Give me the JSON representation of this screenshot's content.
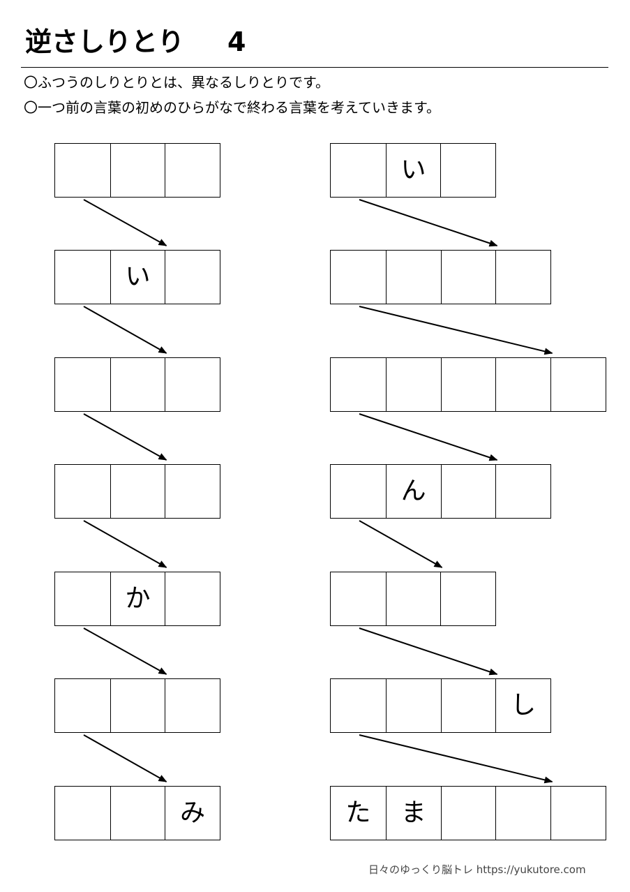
{
  "title": "逆さしりとり",
  "number": "4",
  "instructions": [
    "〇ふつうのしりとりとは、異なるしりとりです。",
    "〇一つ前の言葉の初めのひらがなで終わる言葉を考えていきます。"
  ],
  "left_column": [
    [
      "",
      "",
      ""
    ],
    [
      "",
      "い",
      ""
    ],
    [
      "",
      "",
      ""
    ],
    [
      "",
      "",
      ""
    ],
    [
      "",
      "か",
      ""
    ],
    [
      "",
      "",
      ""
    ],
    [
      "",
      "",
      "み"
    ]
  ],
  "right_column": [
    [
      "",
      "い",
      ""
    ],
    [
      "",
      "",
      "",
      ""
    ],
    [
      "",
      "",
      "",
      "",
      ""
    ],
    [
      "",
      "ん",
      "",
      ""
    ],
    [
      "",
      "",
      ""
    ],
    [
      "",
      "",
      "",
      "し"
    ],
    [
      "た",
      "ま",
      "",
      "",
      ""
    ]
  ],
  "footer": "日々のゆっくり脳トレ https://yukutore.com"
}
